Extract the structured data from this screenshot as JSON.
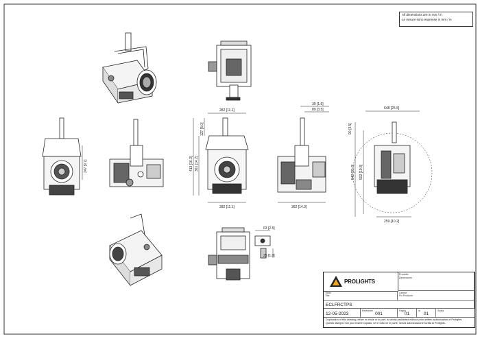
{
  "note": {
    "line1": "All dimensions are in mm / in",
    "line2": "Le misure sono espresse in mm / in"
  },
  "title_block": {
    "brand": "PROLIGHTS",
    "product_caption": "Prodotto",
    "product_value": "Dimensions",
    "title_caption": "Titolo",
    "title_value": "Title",
    "customer_caption": "Cliente",
    "customer_value": "Fix Products",
    "code": "ECLFRCTPS",
    "date": "12-05-2023",
    "revision": "001",
    "sheet": "01",
    "total_sheets": "01",
    "revision_caption": "Revisione",
    "sheet_caption": "Foglio",
    "of_caption": "di",
    "scale_caption": "Scala",
    "footer_line1": "Duplication of this drawing, either in whole or in part, is strictly prohibited without prior written authorization of Prolights.",
    "footer_line2": "Questo disegno non puo essere copiato, ne in tutto ne in parte, senza autorizzazione scritta di Prolights."
  },
  "dimensions": {
    "front_width": "282 [11.1]",
    "front_base": "282 [11.1]",
    "front_height": "413 [16.3]",
    "front_height_b": "361 [14.2]",
    "front_top": "127 [5.0]",
    "side_d1": "39 [1.5]",
    "side_d2": "89 [3.5]",
    "side_width": "362 [14.3]",
    "rear_top": "648 [25.5]",
    "rear_height": "542 [21.3]",
    "rear_inner": "502 [19.8]",
    "rear_base": "259 [10.2]",
    "rear_side": "90 [3.5]",
    "left_small_height": "247 [9.7]",
    "bracket_w": "63 [2.5]",
    "bracket_h": "25 [1.0]"
  }
}
